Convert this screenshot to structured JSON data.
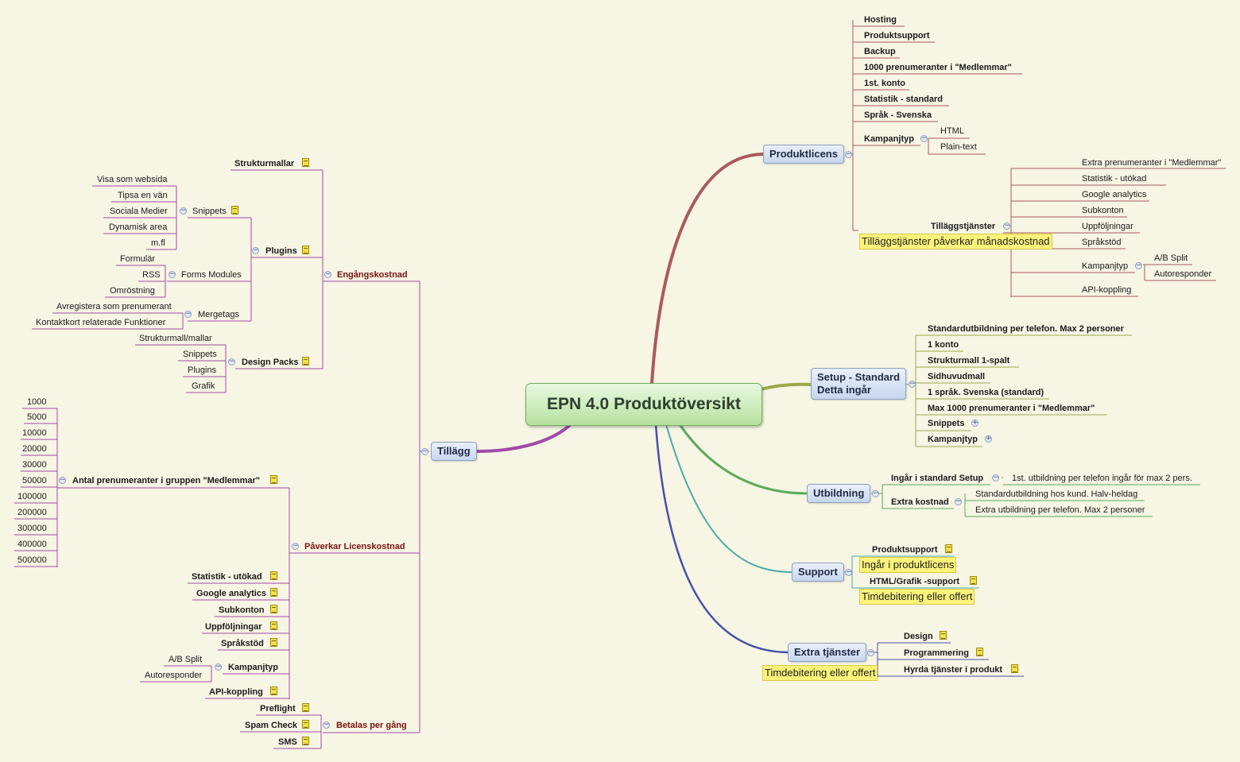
{
  "central": "EPN 4.0 Produktöversikt",
  "produktlicens": {
    "label": "Produktlicens",
    "items": [
      "Hosting",
      "Produktsupport",
      "Backup",
      "1000 prenumeranter i \"Medlemmar\"",
      "1st. konto",
      "Statistik - standard",
      "Språk - Svenska"
    ],
    "kampanjtyp": {
      "label": "Kampanjtyp",
      "items": [
        "HTML",
        "Plain-text"
      ]
    },
    "tillagg": {
      "label": "Tilläggstjänster",
      "note": "Tilläggstjänster påverkar månadskostnad",
      "items": [
        "Extra prenumeranter i \"Medlemmar\"",
        "Statistik - utökad",
        "Google analytics",
        "Subkonton",
        "Uppföljningar",
        "Språkstöd"
      ],
      "kampanjtyp": {
        "label": "Kampanjtyp",
        "items": [
          "A/B Split",
          "Autoresponder"
        ]
      },
      "api": "API-koppling"
    }
  },
  "setup": {
    "label_line1": "Setup - Standard",
    "label_line2": "Detta ingår",
    "items": [
      "Standardutbildning per telefon. Max 2 personer",
      "1 konto",
      "Strukturmall 1-spalt",
      "Sidhuvudmall",
      "1 språk. Svenska (standard)",
      "Max 1000 prenumeranter i \"Medlemmar\"",
      "Snippets",
      "Kampanjtyp"
    ]
  },
  "utbildning": {
    "label": "Utbildning",
    "ingar": {
      "label": "Ingår i standard Setup",
      "items": [
        "1st. utbildning per telefon ingår för max 2 pers."
      ]
    },
    "extra": {
      "label": "Extra kostnad",
      "items": [
        "Standardutbildning hos kund. Halv-heldag",
        "Extra utbildning per telefon. Max 2 personer"
      ]
    }
  },
  "support": {
    "label": "Support",
    "items": [
      {
        "label": "Produktsupport",
        "note": "Ingår i produktlicens"
      },
      {
        "label": "HTML/Grafik -support",
        "note": "Timdebitering eller offert"
      }
    ]
  },
  "extra": {
    "label": "Extra tjänster",
    "note": "Timdebitering eller offert",
    "items": [
      "Design",
      "Programmering",
      "Hyrda tjänster i produkt"
    ]
  },
  "tillagg": {
    "label": "Tillägg",
    "engang": {
      "label": "Engångskostnad",
      "strukturmallar": "Strukturmallar",
      "plugins": {
        "label": "Plugins",
        "snippets": {
          "label": "Snippets",
          "items": [
            "Visa som websida",
            "Tipsa en vän",
            "Sociala Medier",
            "Dynamisk area",
            "m.fl"
          ]
        },
        "forms": {
          "label": "Forms Modules",
          "items": [
            "Formulär",
            "RSS",
            "Omröstning"
          ]
        },
        "mergetags": {
          "label": "Mergetags",
          "items": [
            "Avregistera som prenumerant",
            "Kontaktkort relaterade Funktioner"
          ]
        }
      },
      "design": {
        "label": "Design Packs",
        "items": [
          "Strukturmall/mallar",
          "Snippets",
          "Plugins",
          "Grafik"
        ]
      }
    },
    "licens": {
      "label": "Påverkar Licenskostnad",
      "antal": {
        "label": "Antal prenumeranter i gruppen \"Medlemmar\"",
        "items": [
          "1000",
          "5000",
          "10000",
          "20000",
          "30000",
          "50000",
          "100000",
          "200000",
          "300000",
          "400000",
          "500000"
        ]
      },
      "items": [
        "Statistik - utökad",
        "Google analytics",
        "Subkonton",
        "Uppföljningar",
        "Språkstöd"
      ],
      "kampanjtyp": {
        "label": "Kampanjtyp",
        "items": [
          "A/B Split",
          "Autoresponder"
        ]
      },
      "api": "API-koppling"
    },
    "betalas": {
      "label": "Betalas per gång",
      "items": [
        "Preflight",
        "Spam Check",
        "SMS"
      ]
    }
  },
  "colors": {
    "produktlicens": "#a95a5a",
    "setup": "#9aaa4a",
    "utbildning": "#5aaa5a",
    "support": "#4aaaa8",
    "extra": "#4a50a8",
    "tillagg": "#a04aa8"
  }
}
